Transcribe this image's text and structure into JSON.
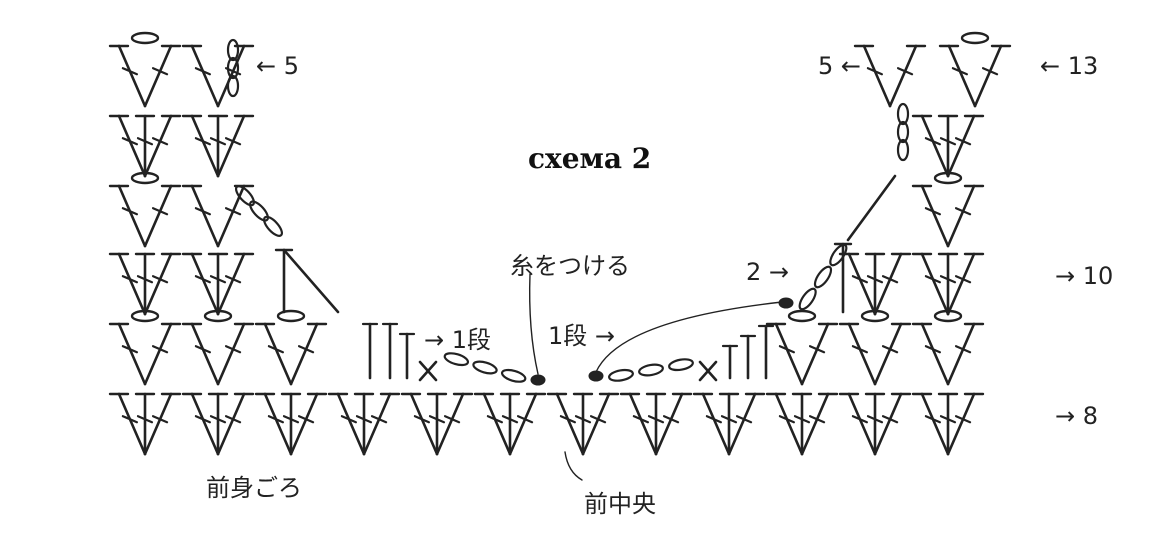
{
  "title": "схема 2",
  "labels": {
    "left_row5": "← 5",
    "right_row5": "5 ←",
    "right_row13": "← 13",
    "row10": "→ 10",
    "row8": "→ 8",
    "row2": "2 →",
    "row1_left": "→ 1段",
    "row1_right": "1段 →",
    "attach_yarn": "糸をつける",
    "front_body": "前身ごろ",
    "front_center": "前中央"
  },
  "colors": {
    "ink": "#222222",
    "paper": "#ffffff"
  }
}
